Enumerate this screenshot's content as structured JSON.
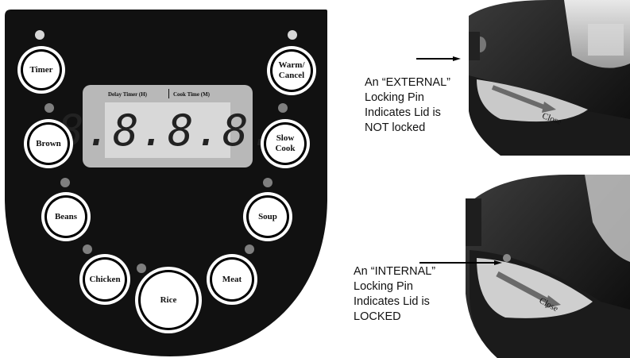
{
  "control_panel": {
    "display": {
      "label_delay": "Delay Timer (H)",
      "label_cook": "Cook Time (M)",
      "digits": "8.8.8.8."
    },
    "buttons": {
      "timer": "Timer",
      "warm_cancel_line1": "Warm/",
      "warm_cancel_line2": "Cancel",
      "brown": "Brown",
      "slow_cook_line1": "Slow",
      "slow_cook_line2": "Cook",
      "beans": "Beans",
      "soup": "Soup",
      "chicken": "Chicken",
      "rice": "Rice",
      "meat": "Meat"
    }
  },
  "photos": {
    "top_caption": "An “EXTERNAL”\nLocking Pin\nIndicates Lid is\nNOT locked",
    "top_lid_text": "Close",
    "bottom_caption": "An “INTERNAL”\nLocking Pin\nIndicates Lid is\nLOCKED",
    "bottom_lid_text": "Close"
  },
  "colors": {
    "panel": "#111111",
    "display": "#b8b8b8",
    "led_on": "#d7d7d7",
    "led_off": "#7f7f7f"
  }
}
